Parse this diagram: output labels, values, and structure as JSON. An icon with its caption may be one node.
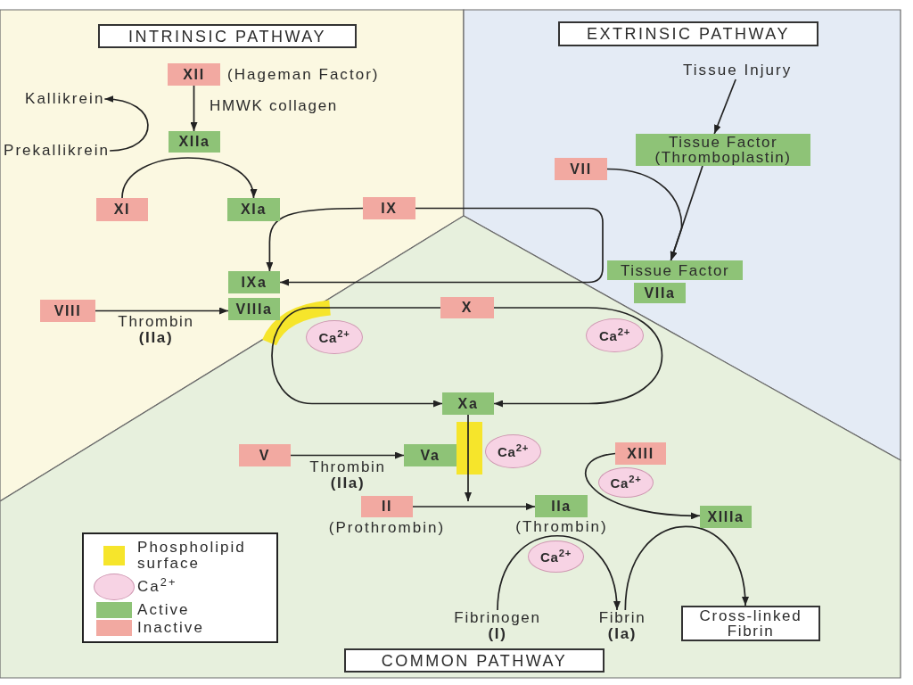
{
  "diagram": {
    "nodes": [
      {
        "text": [
          "INTRINSIC PATHWAY"
        ]
      },
      {
        "text": [
          "EXTRINSIC PATHWAY"
        ]
      },
      {
        "text": [
          "XII"
        ],
        "beside": [
          "(Hageman Factor)"
        ]
      },
      {
        "text": [
          "Tissue Injury"
        ]
      },
      {
        "text": [
          "Kallikrein"
        ]
      },
      {
        "text": [
          "Prekallikrein"
        ]
      },
      {
        "text": [
          "XIIa"
        ]
      },
      {
        "text": [
          "Tissue Factor (Thromboplastin)"
        ]
      },
      {
        "text": [
          "VII"
        ]
      },
      {
        "text": [
          "XI"
        ]
      },
      {
        "text": [
          "XIa"
        ]
      },
      {
        "text": [
          "IX"
        ]
      },
      {
        "text": [
          "IXa"
        ]
      },
      {
        "text": [
          "Tissue Factor"
        ]
      },
      {
        "text": [
          "VIIa"
        ]
      },
      {
        "text": [
          "VIII"
        ]
      },
      {
        "text": [
          "VIIIa"
        ]
      },
      {
        "text": [
          "X"
        ]
      },
      {
        "text": [
          "Ca$^{2+}$"
        ]
      },
      {
        "text": [
          "Ca$^{2+}$"
        ]
      },
      {
        "text": [
          "Xa"
        ]
      },
      {
        "text": [
          "V"
        ]
      },
      {
        "text": [
          "Va"
        ]
      },
      {
        "text": [
          "Ca$^{2+}$"
        ]
      },
      {
        "text": [
          "XIII"
        ]
      },
      {
        "text": [
          "Ca$^{2+}$"
        ]
      },
      {
        "text": [
          "II"
        ],
        "beside": [
          "(Prothrombin)"
        ]
      },
      {
        "text": [
          "IIa"
        ],
        "beside": [
          "(Thrombin)"
        ]
      },
      {
        "text": [
          "XIIIa"
        ]
      },
      {
        "text": [
          "Ca$^{2+}$"
        ]
      },
      {
        "text": [
          "Fibrinogen **(I)**"
        ]
      },
      {
        "text": [
          "Fibrin **(Ia)**"
        ]
      },
      {
        "text": [
          "Cross-linked Fibrin"
        ]
      },
      {
        "text": [
          "COMMON PATHWAY"
        ]
      }
    ],
    "edges": [
      {
        "from": 2,
        "to": 6,
        "arrow": "to",
        "label": "HMWK collagen"
      },
      {
        "from": 5,
        "to": 4,
        "arrow": "to"
      },
      {
        "from": 9,
        "to": 10,
        "arrow": "to"
      },
      {
        "from": 11,
        "to": 12,
        "arrow": "to"
      },
      {
        "from": 11,
        "to": 12,
        "arrow": "to"
      },
      {
        "from": 3,
        "to": 7,
        "arrow": "to"
      },
      {
        "from": 7,
        "to": 13,
        "arrow": "to"
      },
      {
        "from": 8,
        "to": 13,
        "arrow": "to"
      },
      {
        "from": 15,
        "to": 16,
        "arrow": "to",
        "label": "Thrombin **(IIa)**"
      },
      {
        "from": 17,
        "to": 20,
        "arrow": "to"
      },
      {
        "from": 17,
        "to": 20,
        "arrow": "to"
      },
      {
        "from": 21,
        "to": 22,
        "arrow": "to",
        "label": "Thrombin **(IIa)**"
      },
      {
        "from": 20,
        "to": null,
        "arrow": "to"
      },
      {
        "from": 26,
        "to": 27,
        "arrow": "to"
      },
      {
        "from": 24,
        "to": 28,
        "arrow": "to"
      },
      {
        "from": 30,
        "to": 31,
        "arrow": "to"
      },
      {
        "from": 31,
        "to": 32,
        "arrow": "to"
      }
    ],
    "legend": [
      {
        "text": "Phospholipid surface",
        "color": "#f6e52b"
      },
      {
        "text": "Ca$^{2+}$"
      },
      {
        "text": "Active",
        "color": "#8ec377"
      },
      {
        "text": "Inactive",
        "color": "#f2a9a1"
      }
    ]
  }
}
